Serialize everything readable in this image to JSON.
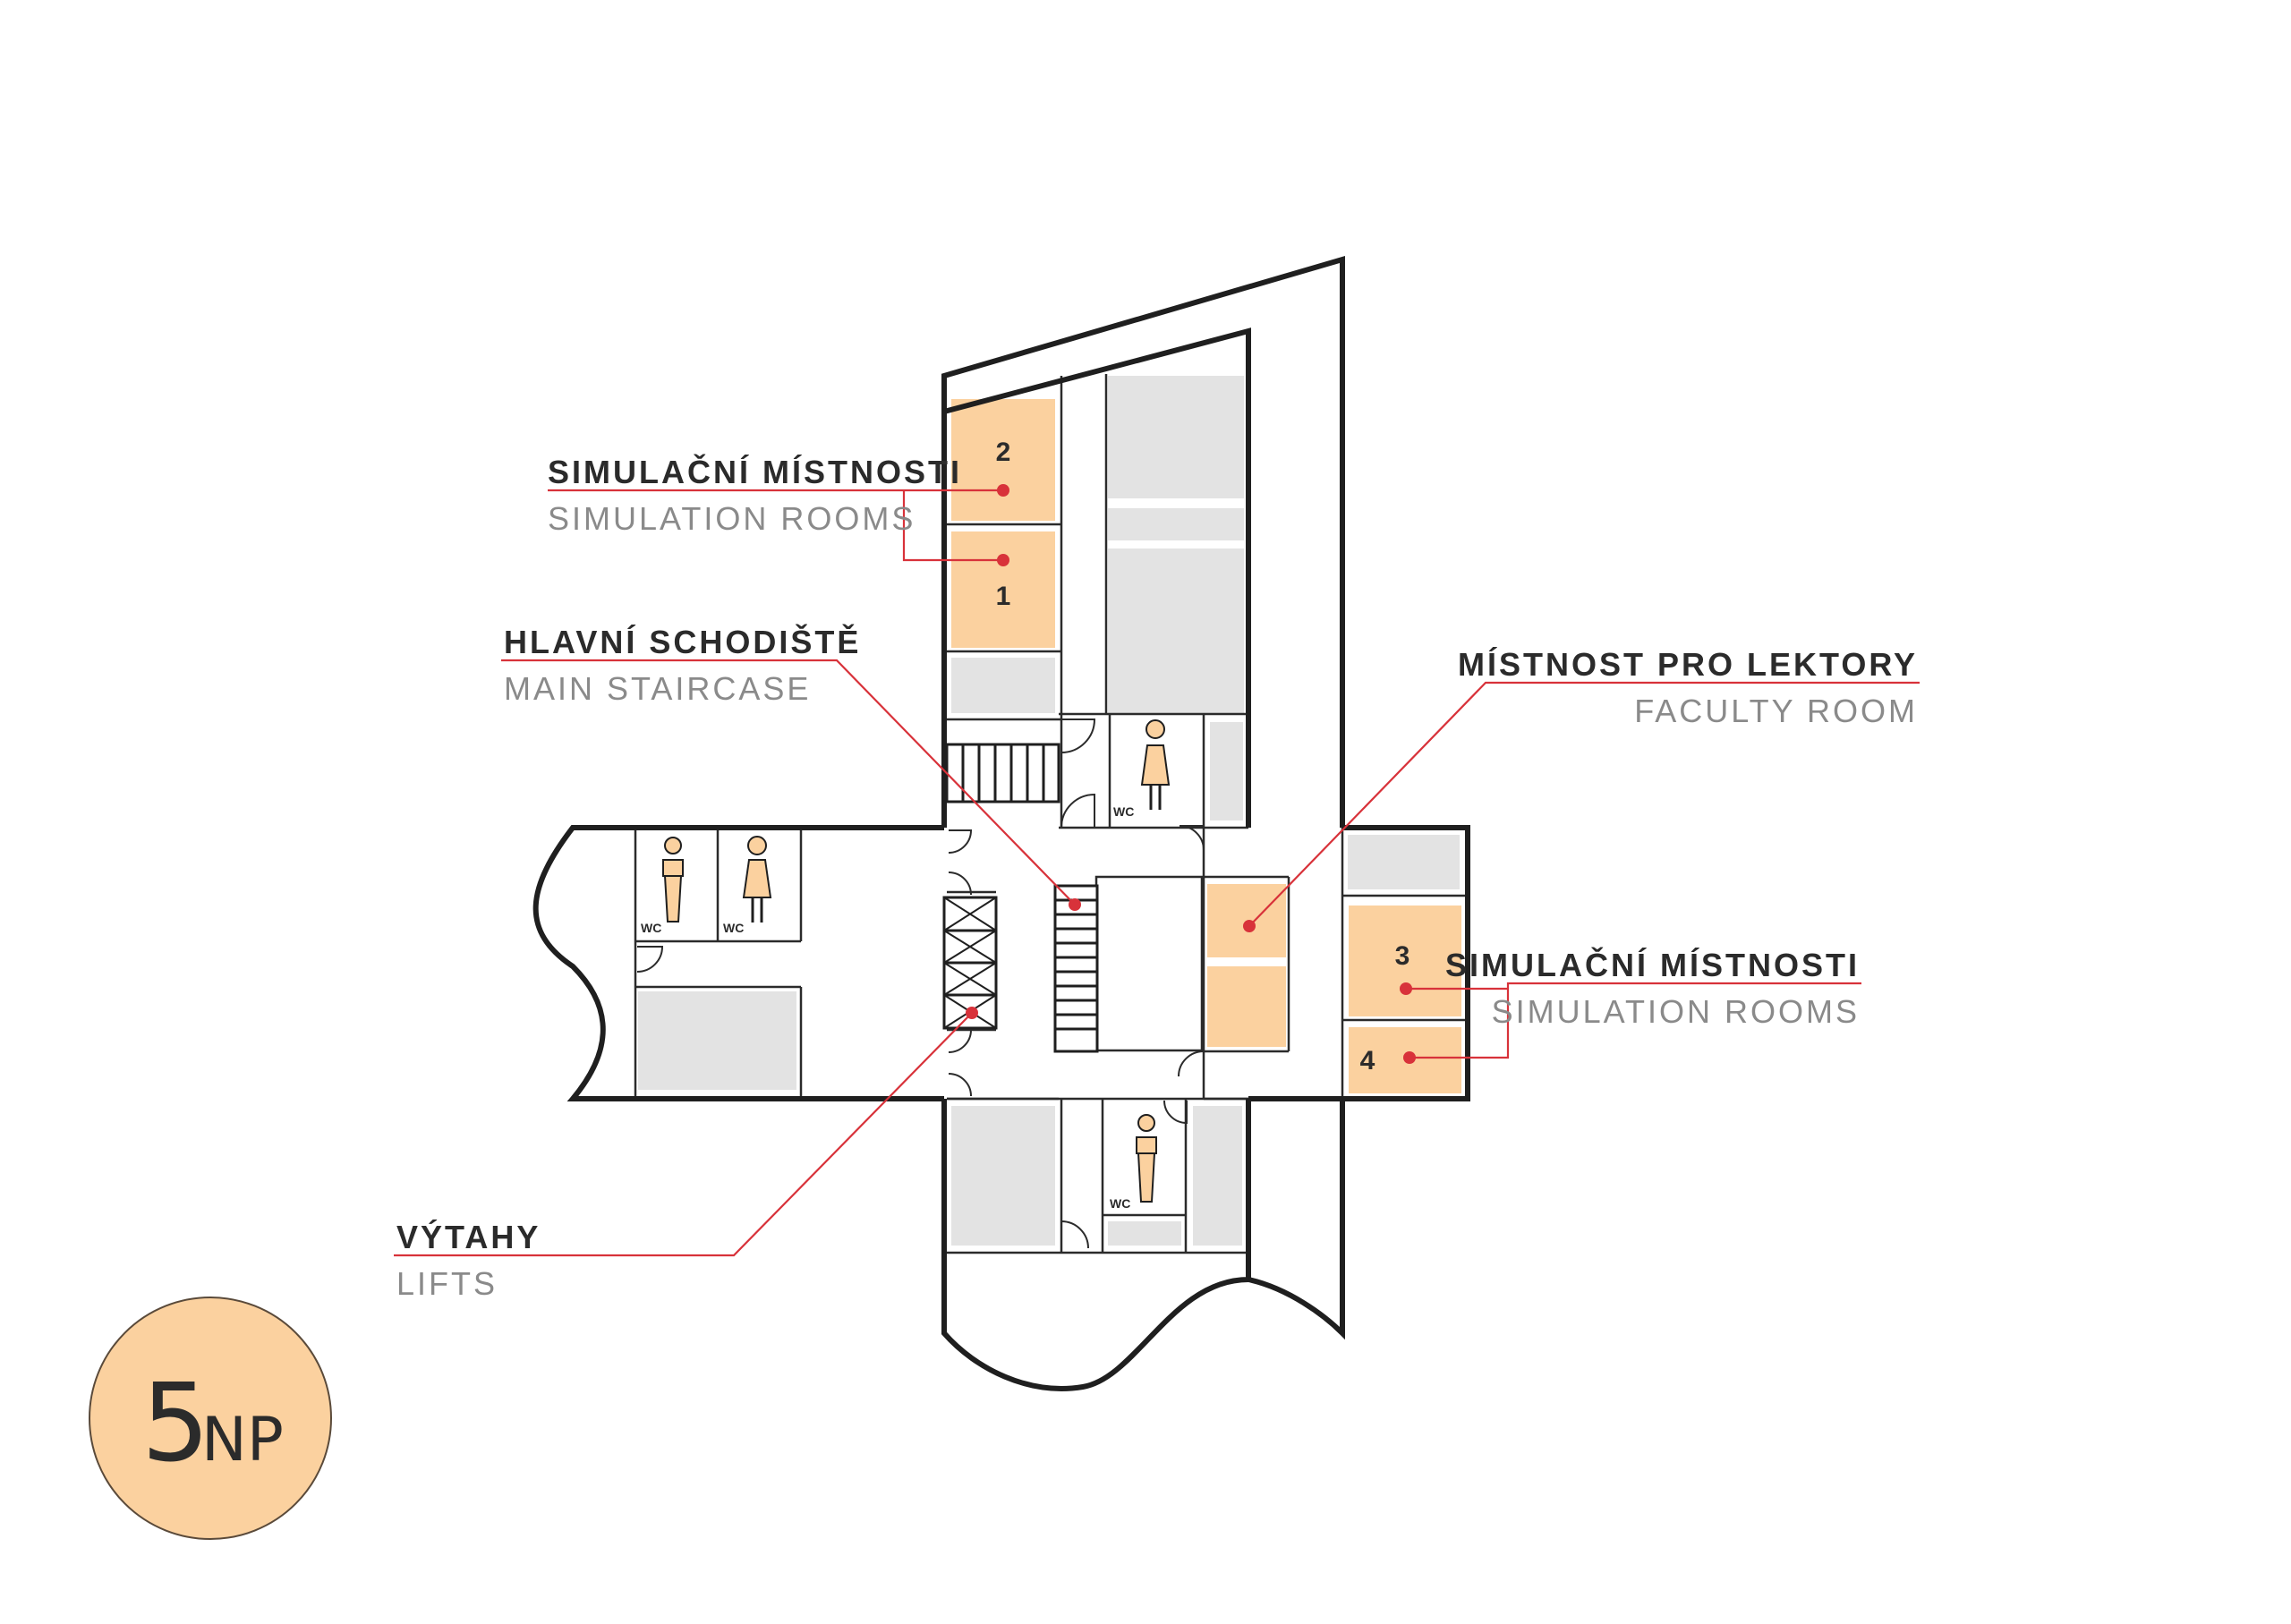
{
  "floor_badge": {
    "number": "5",
    "suffix": "NP"
  },
  "colors": {
    "wall": "#1f1f1f",
    "room_fill": "#fbd19f",
    "gray_fill": "#e3e3e3",
    "leader": "#d8323a",
    "badge_fill": "#fbd19f"
  },
  "labels": {
    "sim_left": {
      "cz": "SIMULAČNÍ MÍSTNOSTI",
      "en": "SIMULATION ROOMS"
    },
    "staircase": {
      "cz": "HLAVNÍ SCHODIŠTĚ",
      "en": "MAIN STAIRCASE"
    },
    "faculty": {
      "cz": "MÍSTNOST PRO LEKTORY",
      "en": "FACULTY ROOM"
    },
    "sim_right": {
      "cz": "SIMULAČNÍ MÍSTNOSTI",
      "en": "SIMULATION ROOMS"
    },
    "lifts": {
      "cz": "VÝTAHY",
      "en": "LIFTS"
    }
  },
  "rooms": {
    "r1": "1",
    "r2": "2",
    "r3": "3",
    "r4": "4"
  },
  "wc_label": "WC",
  "icons": {
    "female": "female-toilet-icon",
    "male": "male-toilet-icon",
    "lift": "lift-shaft-icon",
    "stairs": "staircase-icon",
    "door": "door-swing-icon"
  }
}
